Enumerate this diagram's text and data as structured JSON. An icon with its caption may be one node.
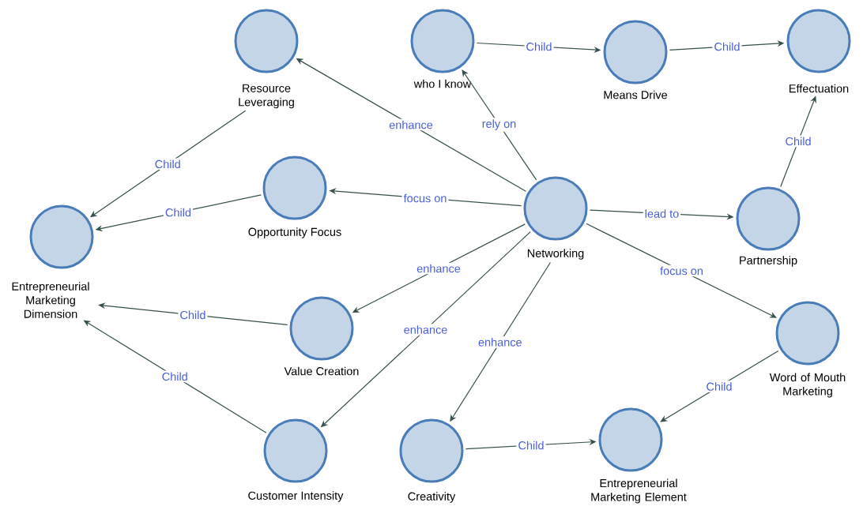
{
  "diagram": {
    "nodes": [
      {
        "text": [
          "Resource Leveraging"
        ]
      },
      {
        "text": [
          "who I know"
        ]
      },
      {
        "text": [
          "Means Drive"
        ]
      },
      {
        "text": [
          "Effectuation"
        ]
      },
      {
        "text": [
          "Opportunity Focus"
        ]
      },
      {
        "text": [
          "Entrepreneurial Marketing Dimension"
        ]
      },
      {
        "text": [
          "Networking"
        ]
      },
      {
        "text": [
          "Partnership"
        ]
      },
      {
        "text": [
          "Value Creation"
        ]
      },
      {
        "text": [
          "Word of Mouth Marketing"
        ]
      },
      {
        "text": [
          "Customer Intensity"
        ]
      },
      {
        "text": [
          "Creativity"
        ]
      },
      {
        "text": [
          "Entrepreneurial Marketing Element"
        ]
      }
    ],
    "edges": [
      {
        "from": 0,
        "to": 5,
        "arrow": "to",
        "label": "Child"
      },
      {
        "from": 4,
        "to": 5,
        "arrow": "to",
        "label": "Child"
      },
      {
        "from": 8,
        "to": 5,
        "arrow": "to",
        "label": "Child"
      },
      {
        "from": 10,
        "to": 5,
        "arrow": "to",
        "label": "Child"
      },
      {
        "from": 6,
        "to": 0,
        "arrow": "to",
        "label": "enhance"
      },
      {
        "from": 6,
        "to": 1,
        "arrow": "to",
        "label": "rely on"
      },
      {
        "from": 6,
        "to": 4,
        "arrow": "to",
        "label": "focus on"
      },
      {
        "from": 6,
        "to": 7,
        "arrow": "to",
        "label": "lead to"
      },
      {
        "from": 6,
        "to": 9,
        "arrow": "to",
        "label": "focus on"
      },
      {
        "from": 6,
        "to": 8,
        "arrow": "to",
        "label": "enhance"
      },
      {
        "from": 6,
        "to": 10,
        "arrow": "to",
        "label": "enhance"
      },
      {
        "from": 6,
        "to": 11,
        "arrow": "to",
        "label": "enhance"
      },
      {
        "from": 1,
        "to": 2,
        "arrow": "to",
        "label": "Child"
      },
      {
        "from": 2,
        "to": 3,
        "arrow": "to",
        "label": "Child"
      },
      {
        "from": 7,
        "to": 3,
        "arrow": "to",
        "label": "Child"
      },
      {
        "from": 9,
        "to": 12,
        "arrow": "to",
        "label": "Child"
      },
      {
        "from": 11,
        "to": 12,
        "arrow": "to",
        "label": "Child"
      }
    ]
  }
}
